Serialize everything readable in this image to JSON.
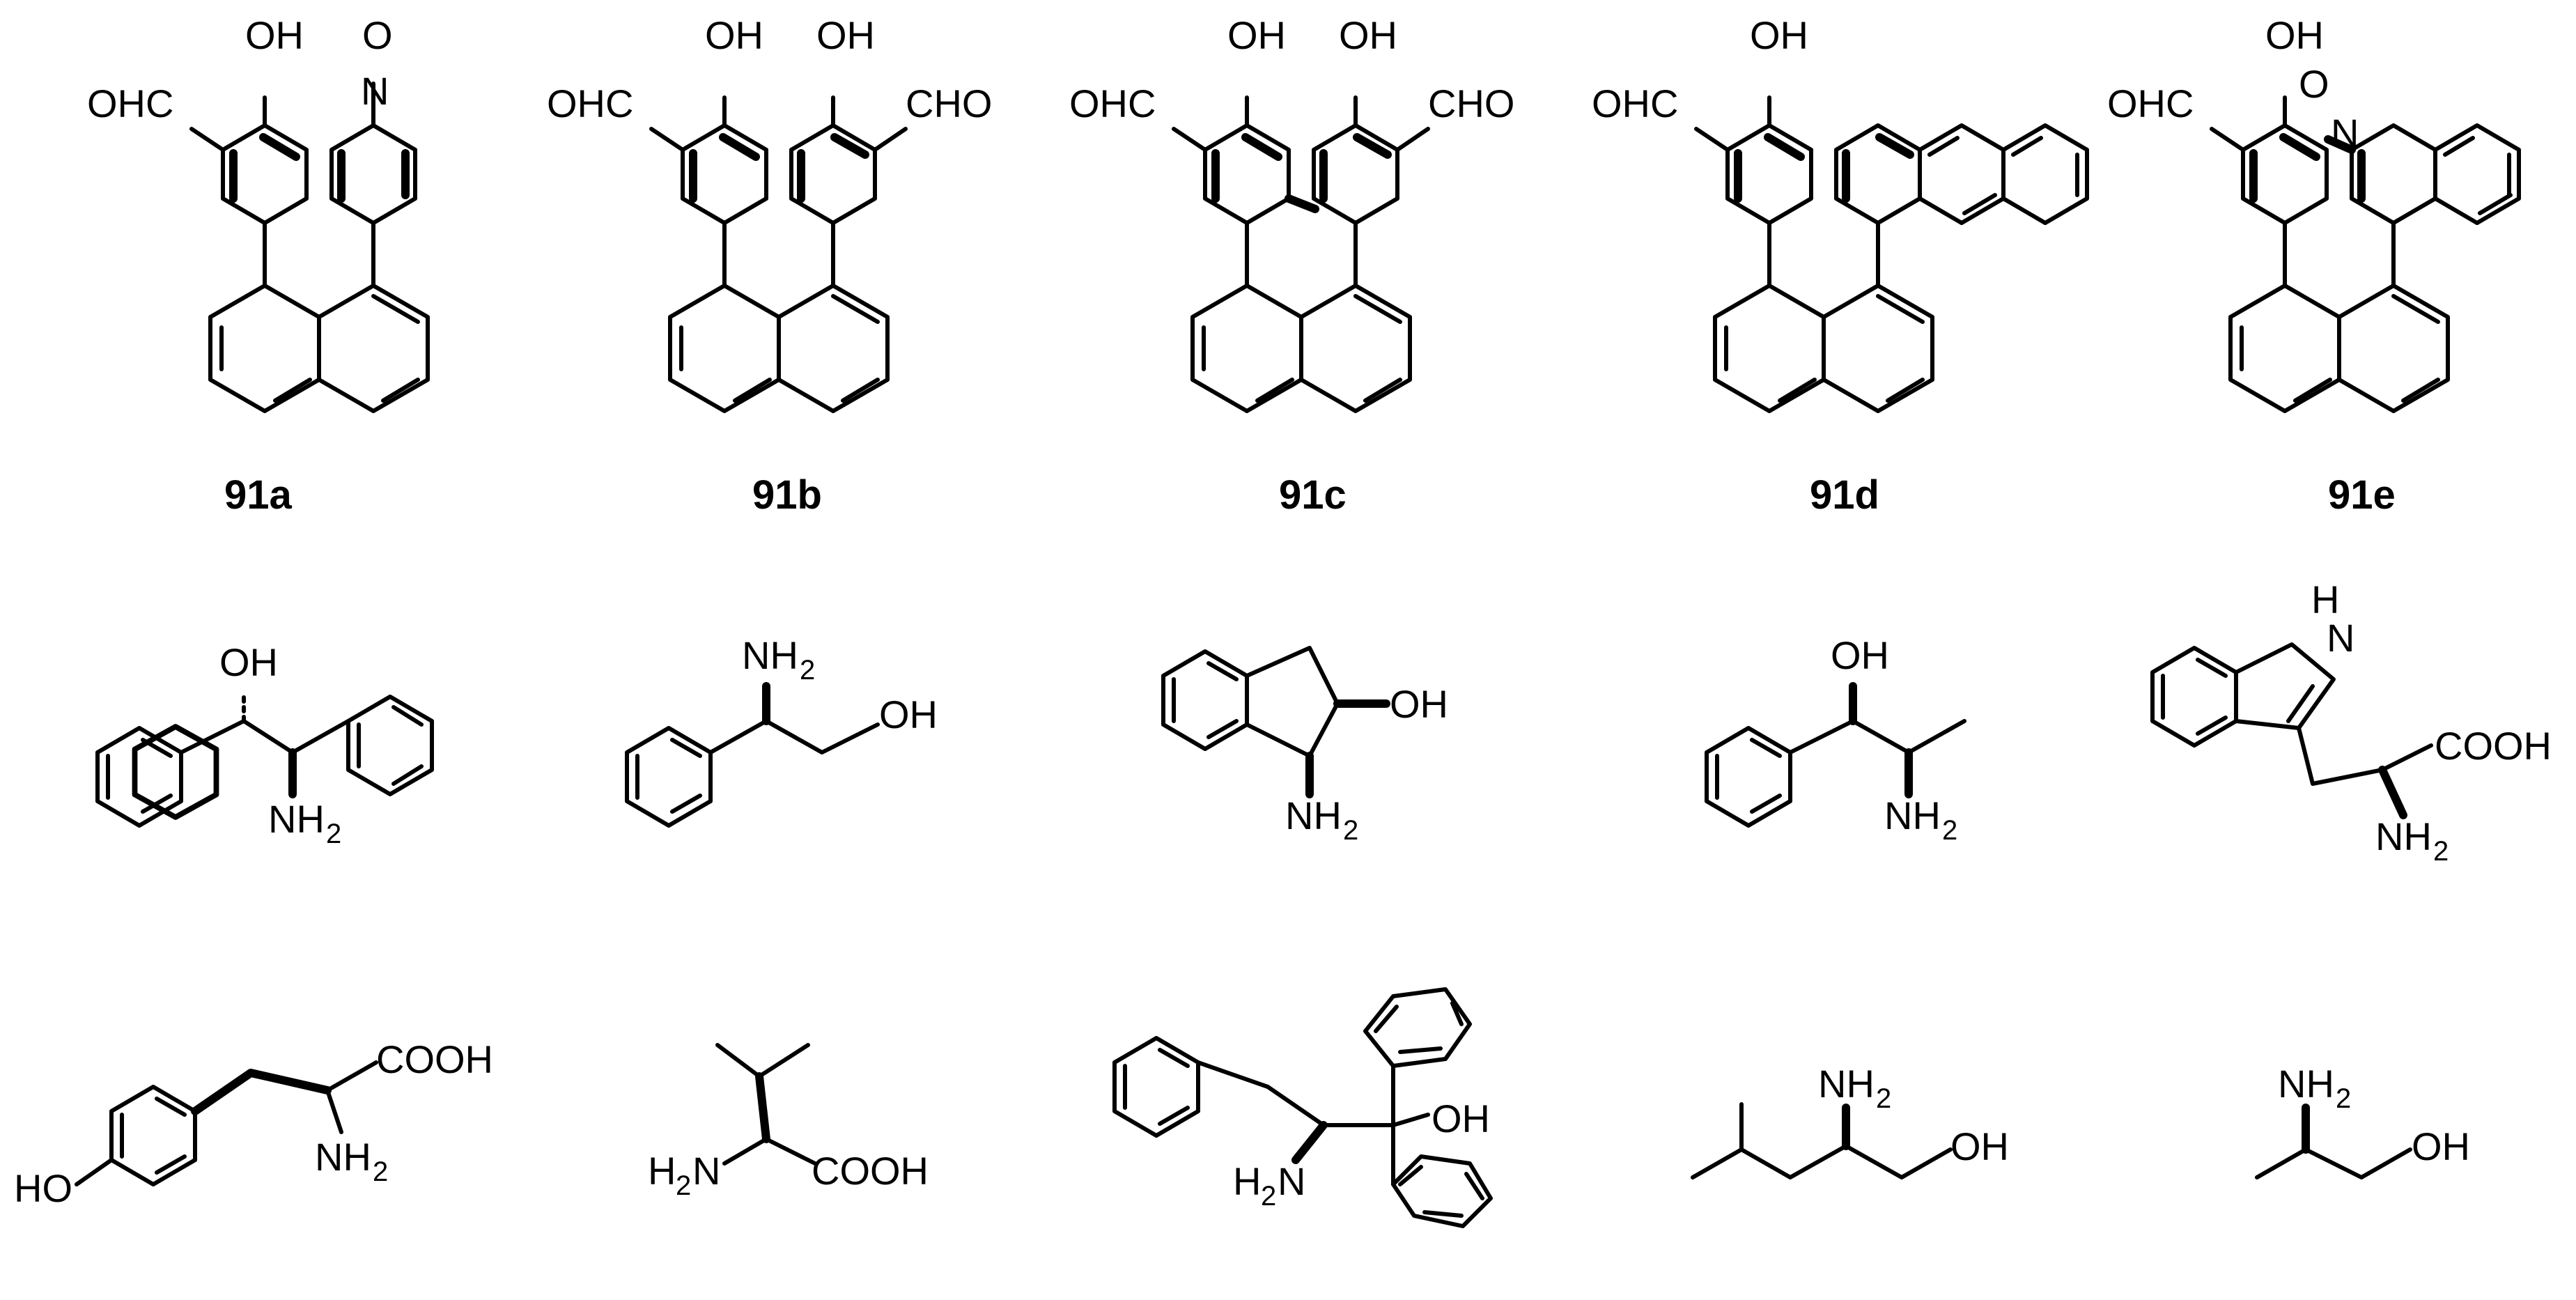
{
  "compounds": [
    {
      "label": "91a"
    },
    {
      "label": "91b"
    },
    {
      "label": "91c"
    },
    {
      "label": "91d"
    },
    {
      "label": "91e"
    }
  ],
  "atom_labels": {
    "OH": "OH",
    "OHC": "OHC",
    "CHO": "CHO",
    "O": "O",
    "N": "N",
    "NH": "NH",
    "H": "H",
    "H2N": "H",
    "COOH": "COOH",
    "HO": "HO",
    "two": "2"
  }
}
